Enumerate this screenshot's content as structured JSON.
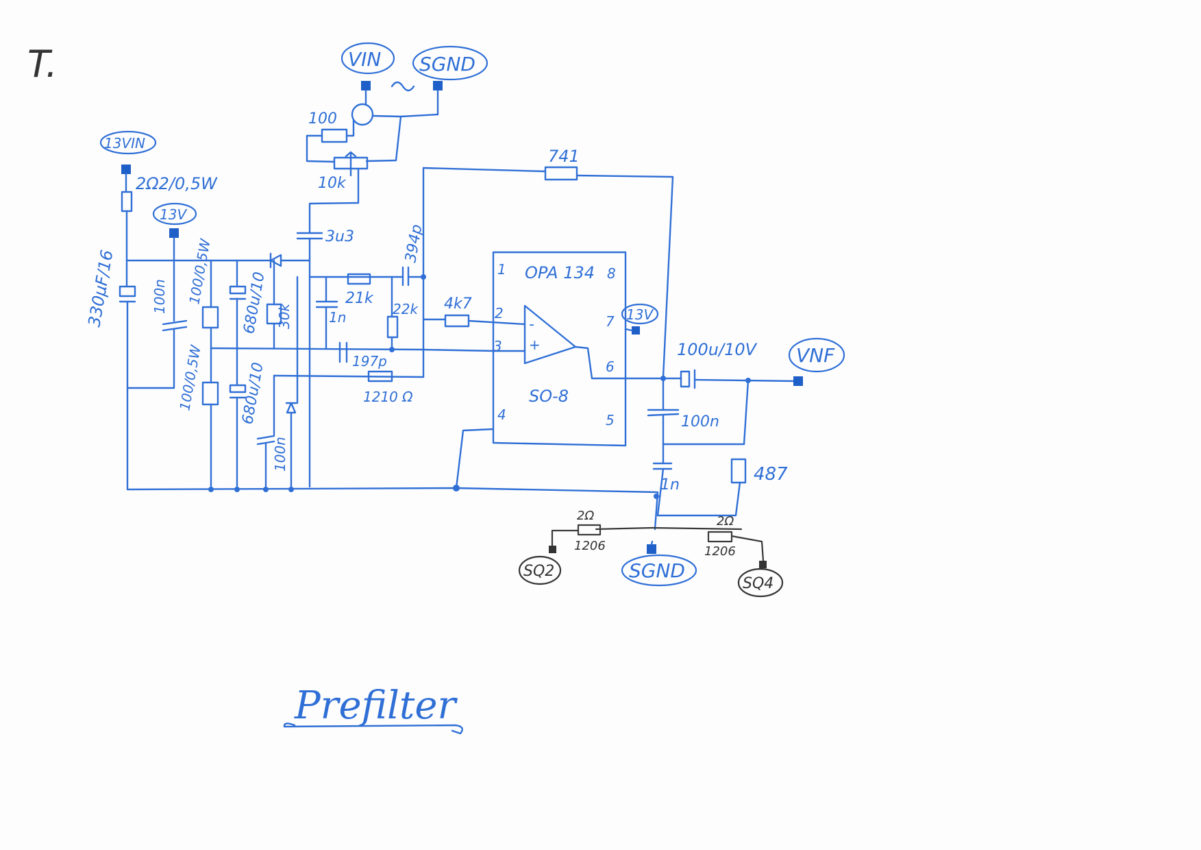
{
  "sheet": {
    "corner_mark": "T.",
    "caption": "Prefilter"
  },
  "nets": {
    "vin": "VIN",
    "sgnd_top": "SGND",
    "v13_in": "13VIN",
    "v13": "13V",
    "v13_ic": "13V",
    "vnf": "VNF",
    "sgnd_bottom": "SGND",
    "sq2": "SQ2",
    "sq4": "SQ4"
  },
  "components": {
    "r_2r2": "2Ω2/0,5W",
    "r_100_top": "100",
    "pot_10k": "10k",
    "c_3u3": "3u3",
    "r_741": "741",
    "c_394p": "394p",
    "c_330u": "330μF/16",
    "c_100n_left": "100n",
    "r_100_05w_top": "100/0,5W",
    "r_100_05w_bot": "100/0,5W",
    "c_680u_top": "680u/10",
    "c_680u_bot": "680u/10",
    "r_30k": "30k",
    "c_1n_mid": "1n",
    "r_21k": "21k",
    "r_22k": "22k",
    "r_4k7": "4k7",
    "c_197p": "197p",
    "r_1210": "1210 Ω",
    "c_100n_low": "100n",
    "ic_name": "OPA 134",
    "ic_pkg": "SO-8",
    "pin1": "1",
    "pin2": "2",
    "pin3": "3",
    "pin4": "4",
    "pin5": "5",
    "pin6": "6",
    "pin7": "7",
    "pin8": "8",
    "op_minus": "-",
    "op_plus": "+",
    "c_100u_out": "100u/10V",
    "c_100n_out": "100n",
    "c_1n_out": "1n",
    "r_487": "487",
    "r_2r_left": "2Ω",
    "r_1206_left": "1206",
    "r_2r_right": "2Ω",
    "r_1206_right": "1206"
  },
  "colors": {
    "ink": "#2f6fd6",
    "pad": "#1f5fc8",
    "pencil": "#333333",
    "paper": "#fdfdfd"
  }
}
